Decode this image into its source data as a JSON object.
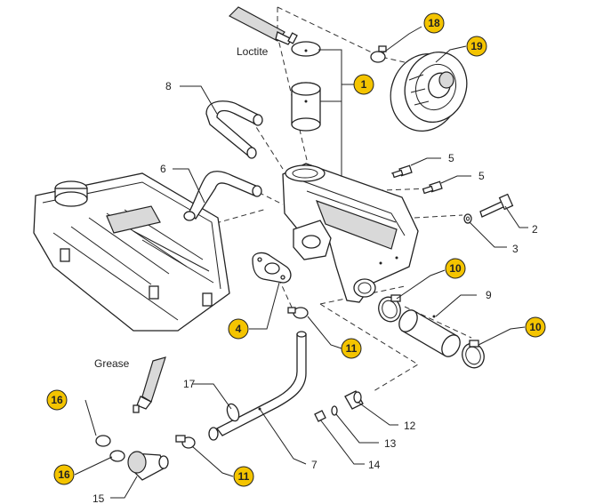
{
  "diagram": {
    "text_labels": {
      "loctite": "Loctite",
      "grease": "Grease"
    },
    "callouts": {
      "c1": "1",
      "c2": "2",
      "c3": "3",
      "c4": "4",
      "c5a": "5",
      "c5b": "5",
      "c6": "6",
      "c7": "7",
      "c8": "8",
      "c9": "9",
      "c10a": "10",
      "c10b": "10",
      "c11a": "11",
      "c11b": "11",
      "c12": "12",
      "c13": "13",
      "c14": "14",
      "c15": "15",
      "c16a": "16",
      "c16b": "16",
      "c17": "17",
      "c18": "18",
      "c19": "19"
    },
    "badge_color": "#f4c400"
  }
}
